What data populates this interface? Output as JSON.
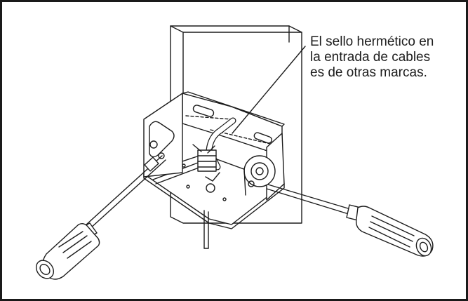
{
  "callout": {
    "lines": [
      "El sello hermético en",
      "la entrada de cables",
      "es de otras marcas."
    ]
  },
  "colors": {
    "frame": "#1a1a1a",
    "background": "#ffffff",
    "line_art": "#1c1c1c"
  },
  "icons": [
    "mounting-bracket-illustration",
    "screwdriver-icon",
    "cable-gland-icon",
    "wall-panel-icon"
  ]
}
